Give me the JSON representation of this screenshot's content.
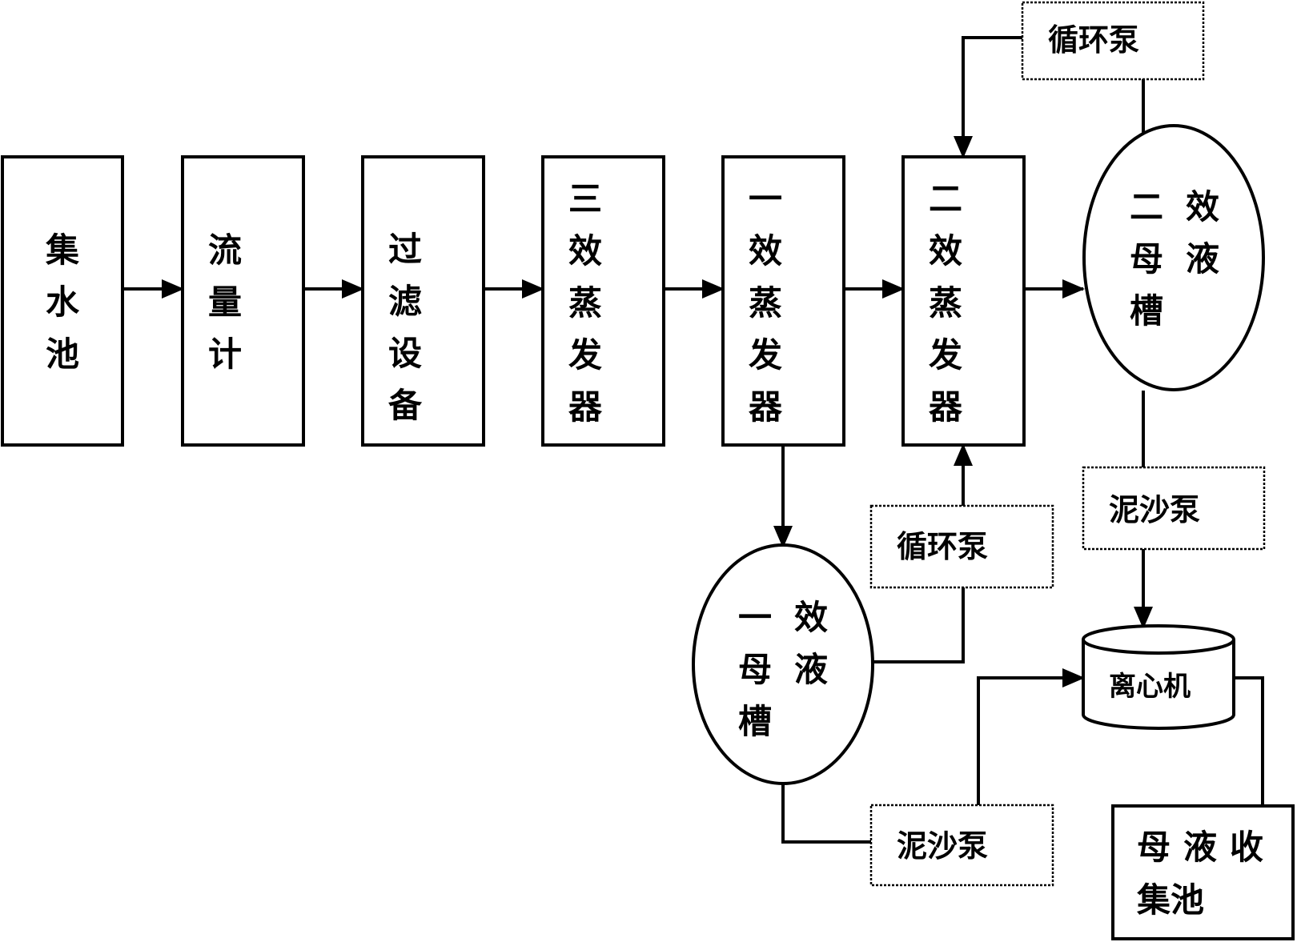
{
  "nodes": {
    "collection_pool": [
      "集",
      "水",
      "池"
    ],
    "flowmeter": [
      "流",
      "量",
      "计"
    ],
    "filter": [
      "过",
      "滤",
      "设",
      "备"
    ],
    "third_evaporator": [
      "三",
      "效",
      "蒸",
      "发",
      "器"
    ],
    "first_evaporator": [
      "一",
      "效",
      "蒸",
      "发",
      "器"
    ],
    "second_evaporator": [
      "二",
      "效",
      "蒸",
      "发",
      "器"
    ],
    "second_mother_tank": {
      "c1": [
        "二",
        "母",
        "槽"
      ],
      "c2": [
        "效",
        "液"
      ]
    },
    "first_mother_tank": {
      "c1": [
        "一",
        "母",
        "槽"
      ],
      "c2": [
        "效",
        "液"
      ]
    },
    "circulation_pump_top": "循环泵",
    "circulation_pump_mid": "循环泵",
    "sludge_pump_right": "泥沙泵",
    "sludge_pump_bottom": "泥沙泵",
    "centrifuge": "离心机",
    "mother_liquor_pool": {
      "line1": [
        "母",
        "液",
        "收"
      ],
      "line2": "集池"
    }
  }
}
